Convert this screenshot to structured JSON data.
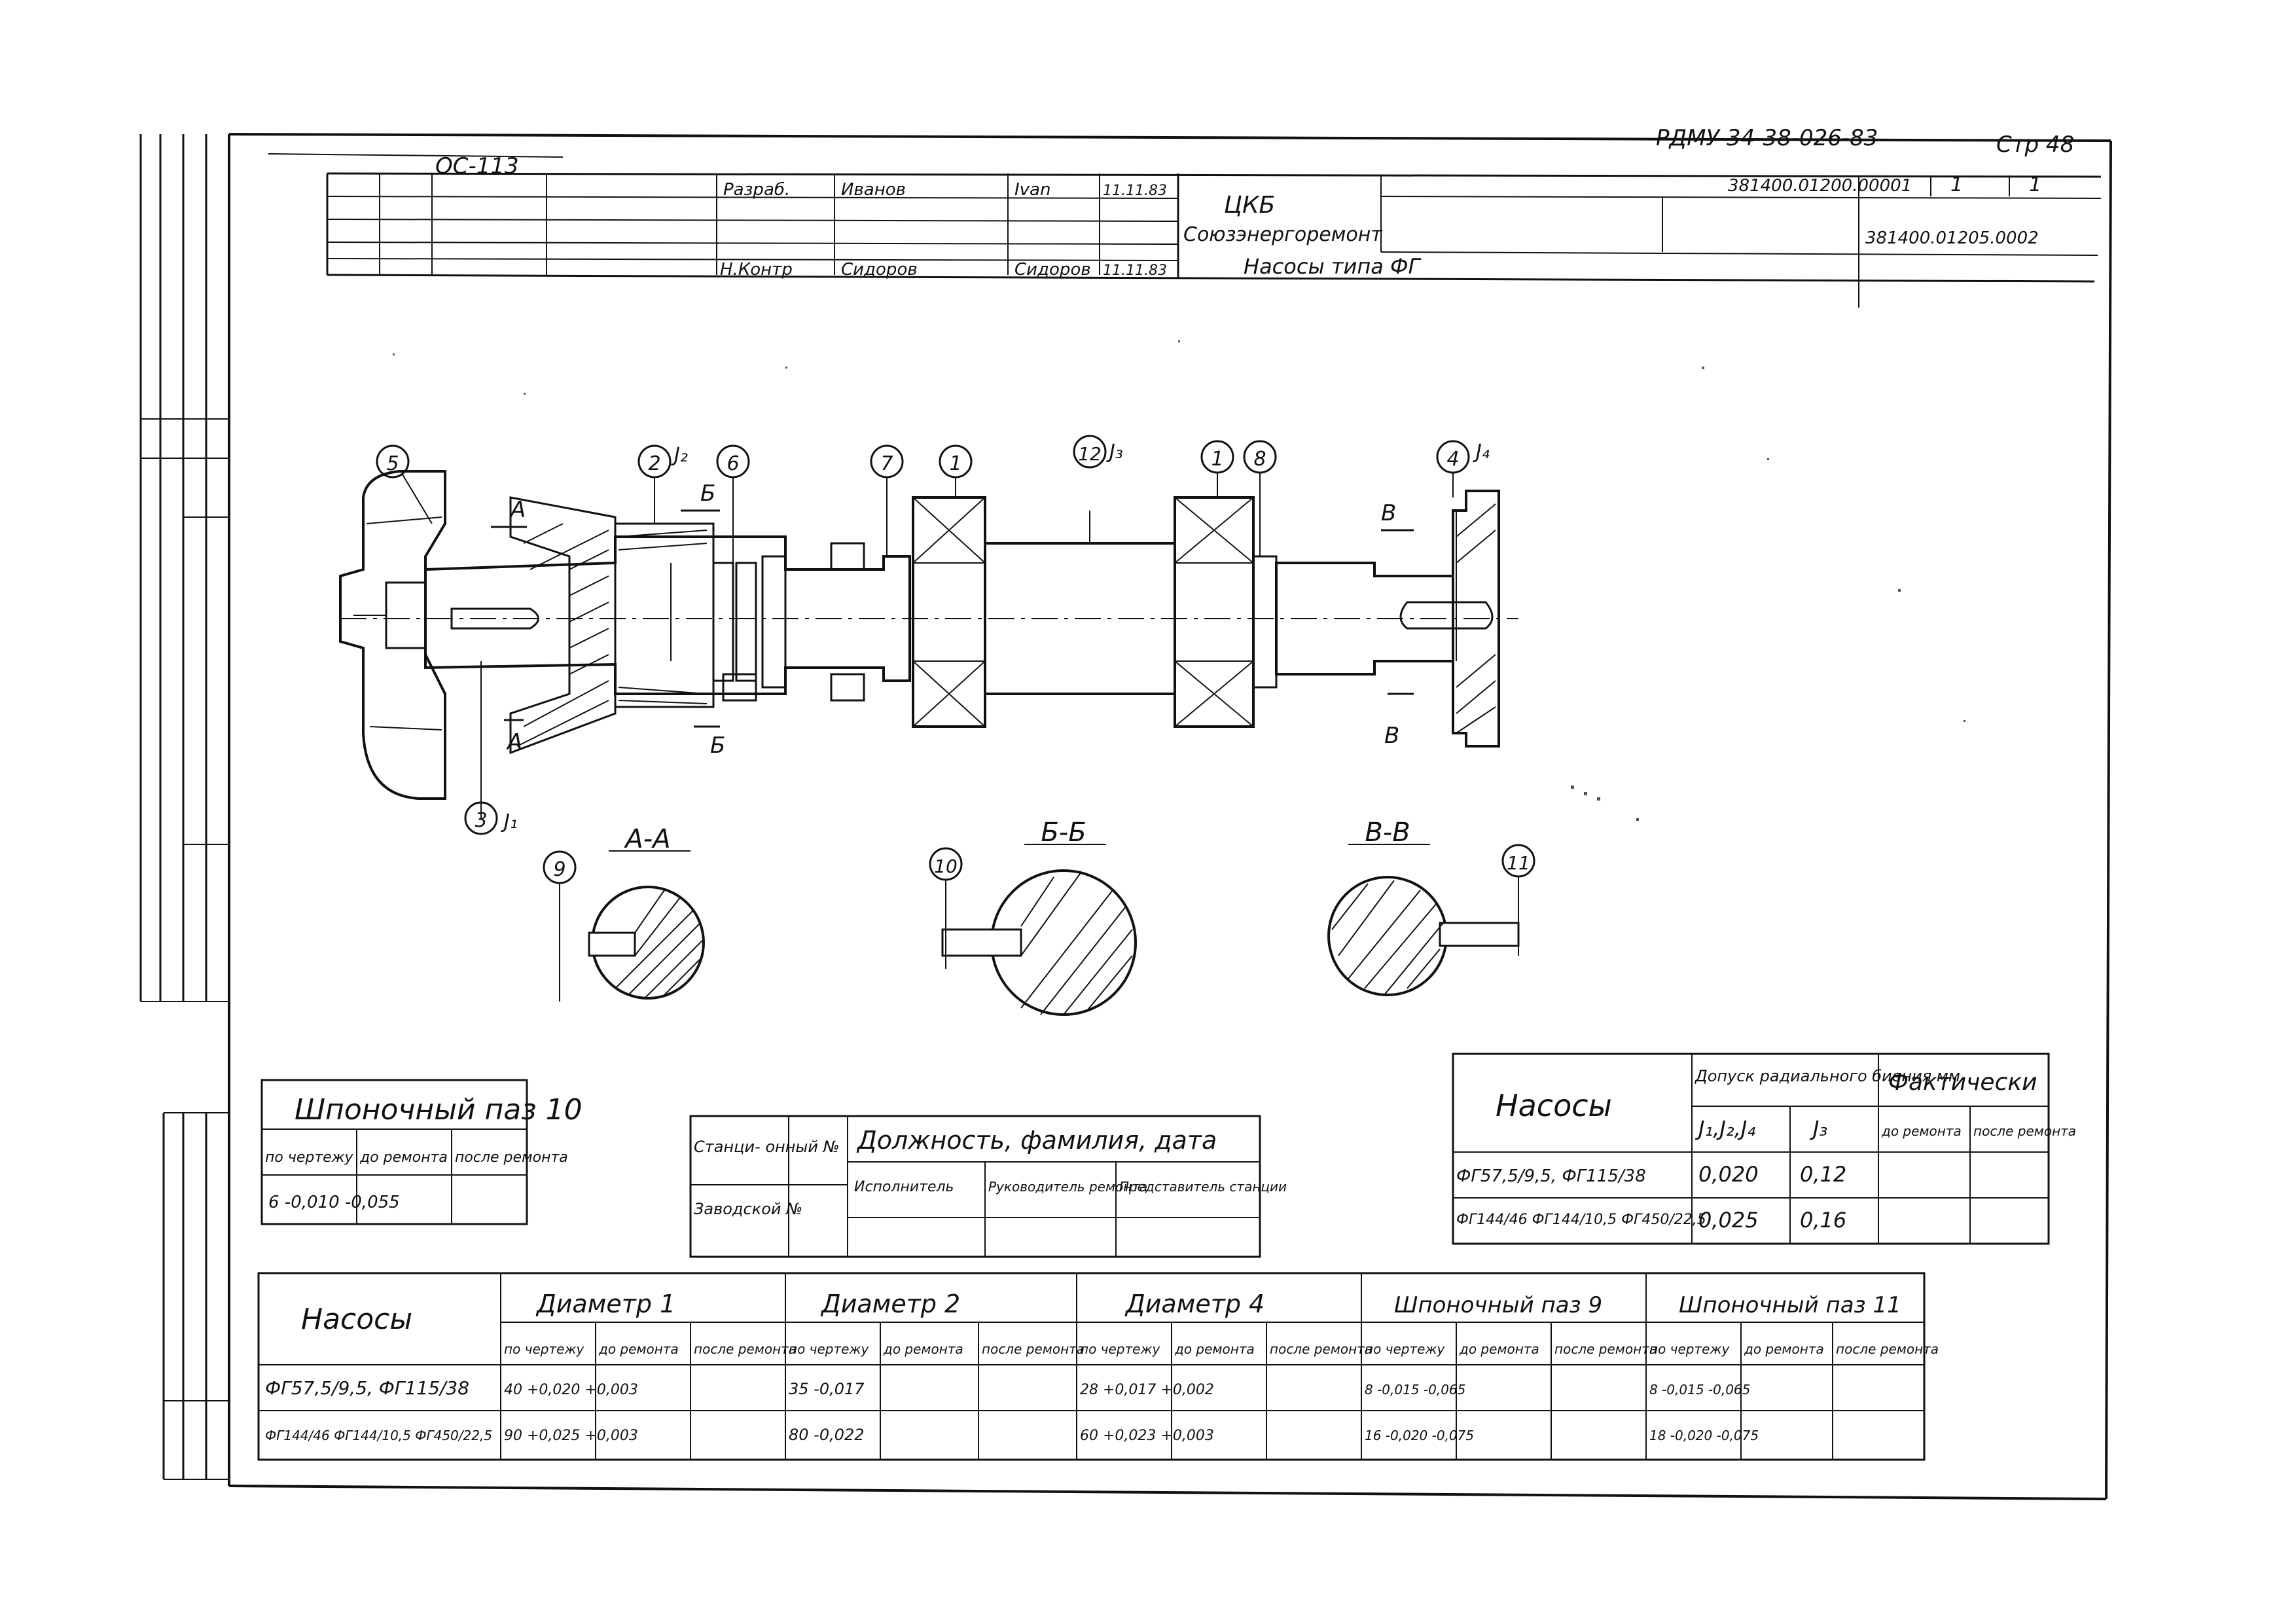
{
  "header": {
    "doc_code": "РДМУ 34-38-026-83",
    "page": "Стр 48",
    "left_mark": "ОС-113",
    "drawing_no": "381400.01200.00001",
    "sheet": "1",
    "sheets": "1",
    "drawing_no_2": "381400.01205.0002"
  },
  "title_block": {
    "dev_label": "Разраб.",
    "dev_name": "Иванов",
    "dev_sign": "Ivan",
    "dev_date": "11.11.83",
    "ctrl_label": "Н.Контр",
    "ctrl_name": "Сидоров",
    "ctrl_sign": "Сидоров",
    "ctrl_date": "11.11.83",
    "org_1": "ЦКБ",
    "org_2": "Союзэнергоремонт",
    "title": "Насосы   типа   ФГ"
  },
  "drawing": {
    "callouts": [
      "5",
      "2",
      "6",
      "7",
      "1",
      "12",
      "1",
      "8",
      "4",
      "3",
      "9",
      "10",
      "11"
    ],
    "j_marks": [
      "J₂",
      "J₃",
      "J₄",
      "J₁"
    ],
    "cut_letters": [
      "А",
      "А",
      "Б",
      "Б",
      "В",
      "В"
    ],
    "section_labels": [
      "А-А",
      "Б-Б",
      "В-В"
    ]
  },
  "key_groove_table": {
    "title": "Шпоночный паз 10",
    "headers": [
      "по чертежу",
      "до ремонта",
      "после ремонта"
    ],
    "row": [
      "6 -0,010 -0,055",
      "",
      ""
    ]
  },
  "station_table": {
    "station_no": "Станци- онный №",
    "factory_no": "Заводской №",
    "header": "Должность, фамилия, дата",
    "cols": [
      "Исполнитель",
      "Руководитель ремонта",
      "Представитель станции"
    ]
  },
  "runout_table": {
    "col_pumps": "Насосы",
    "col_tolerance": "Допуск радиального биения мм",
    "col_actual": "Фактически",
    "sub_j": "J₁,J₂,J₄",
    "sub_j3": "J₃",
    "sub_before": "до ремонта",
    "sub_after": "после ремонта",
    "rows": [
      {
        "pump": "ФГ57,5/9,5, ФГ115/38",
        "j": "0,020",
        "j3": "0,12"
      },
      {
        "pump": "ФГ144/46 ФГ144/10,5 ФГ450/22,5",
        "j": "0,025",
        "j3": "0,16"
      }
    ]
  },
  "main_table": {
    "col_pumps": "Насосы",
    "groups": [
      "Диаметр 1",
      "Диаметр 2",
      "Диаметр 4",
      "Шпоночный паз 9",
      "Шпоночный паз 11"
    ],
    "sub": [
      "по чертежу",
      "до ремонта",
      "после ремонта"
    ],
    "rows": [
      {
        "pump": "ФГ57,5/9,5, ФГ115/38",
        "d1": "40 +0,020 +0,003",
        "d2": "35 -0,017",
        "d4": "28 +0,017 +0,002",
        "k9": "8 -0,015 -0,065",
        "k11": "8 -0,015 -0,065"
      },
      {
        "pump": "ФГ144/46 ФГ144/10,5 ФГ450/22,5",
        "d1": "90 +0,025 +0,003",
        "d2": "80 -0,022",
        "d4": "60 +0,023 +0,003",
        "k9": "16 -0,020 -0,075",
        "k11": "18 -0,020 -0,075"
      }
    ]
  }
}
